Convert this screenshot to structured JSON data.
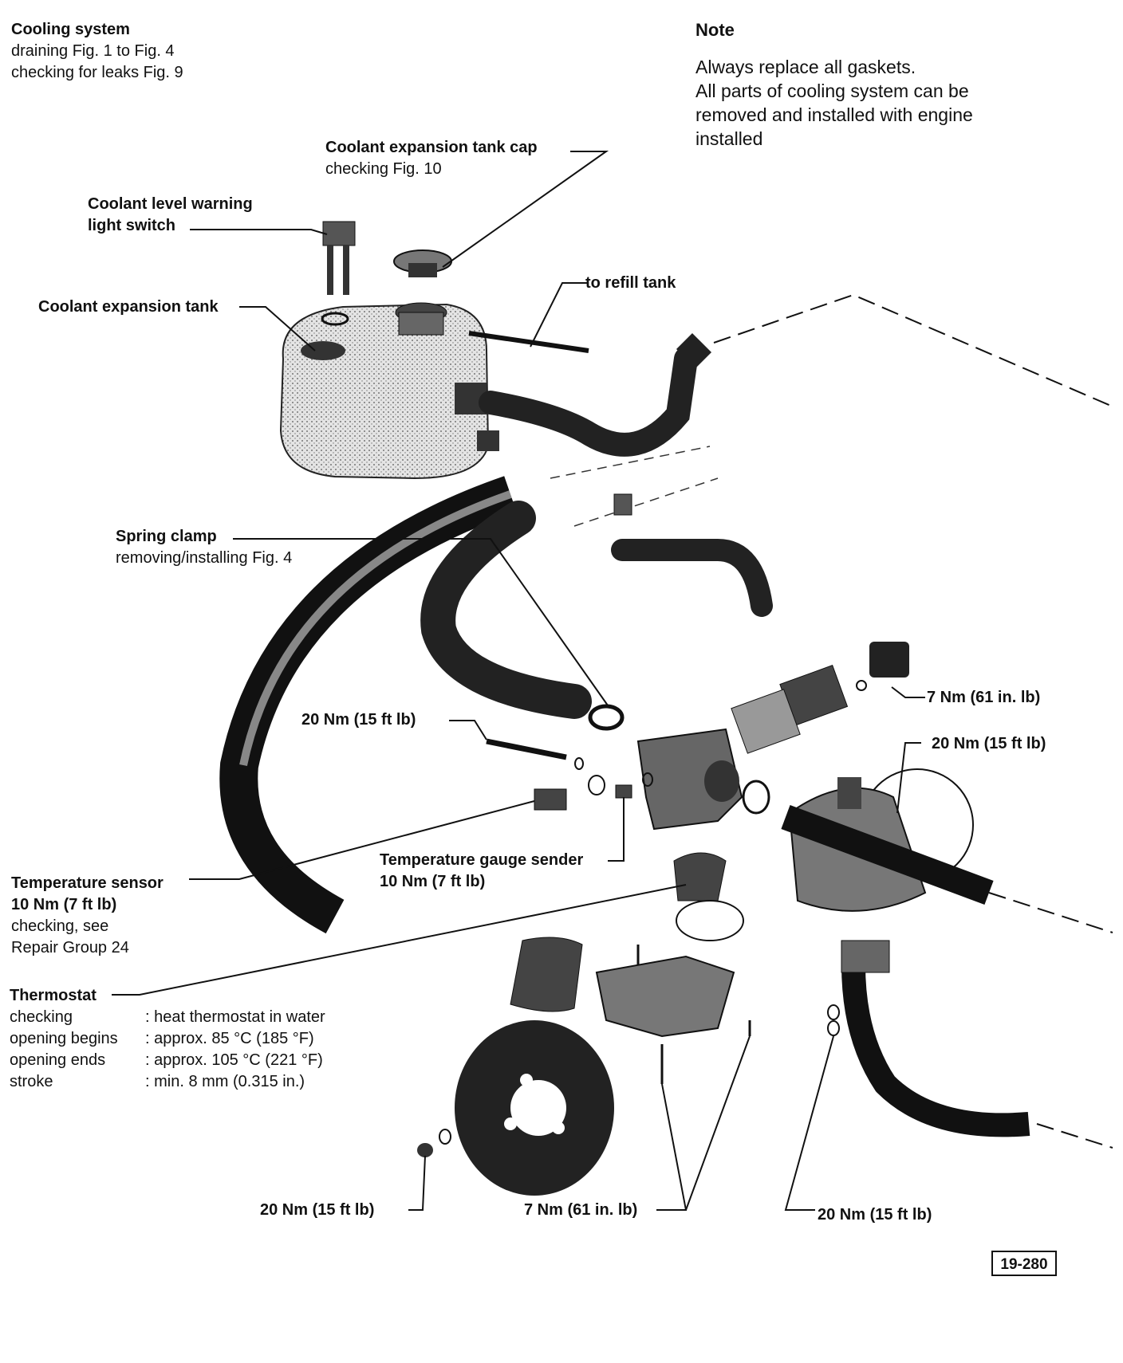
{
  "header": {
    "title": "Cooling system",
    "line1": "draining Fig. 1 to Fig. 4",
    "line2": "checking for leaks Fig. 9"
  },
  "note": {
    "title": "Note",
    "lines": [
      "Always replace all gaskets.",
      "All parts of cooling system can be",
      "removed and installed with engine",
      "installed"
    ]
  },
  "callouts": {
    "tank_cap": {
      "name": "Coolant expansion tank cap",
      "sub": "checking Fig. 10"
    },
    "level_switch": {
      "line1": "Coolant level warning",
      "line2": "light switch"
    },
    "expansion_tank": "Coolant expansion tank",
    "refill": "to refill tank",
    "spring_clamp": {
      "name": "Spring clamp",
      "sub": "removing/installing  Fig. 4"
    },
    "torque_7nm_top": "7 Nm (61 in. lb)",
    "torque_20nm_right": "20 Nm (15 ft lb)",
    "torque_20nm_bolt": "20 Nm (15 ft lb)",
    "temp_sensor": {
      "name": "Temperature sensor",
      "torque": "10 Nm (7 ft lb)",
      "line3": "checking, see",
      "line4": "Repair Group 24"
    },
    "gauge_sender": {
      "name": "Temperature gauge sender",
      "torque": "10 Nm (7 ft lb)"
    },
    "thermostat": {
      "name": "Thermostat",
      "rows": [
        {
          "k": "checking",
          "v": ": heat thermostat in water"
        },
        {
          "k": "opening begins",
          "v": ": approx. 85 °C (185 °F)"
        },
        {
          "k": "opening ends",
          "v": ": approx. 105 °C (221 °F)"
        },
        {
          "k": "stroke",
          "v": ": min. 8 mm (0.315 in.)"
        }
      ]
    },
    "torque_20nm_pulley": "20 Nm (15 ft lb)",
    "torque_7nm_bottom": "7 Nm (61 in. lb)",
    "torque_20nm_bottom_right": "20 Nm (15 ft lb)"
  },
  "figure_number": "19-280"
}
